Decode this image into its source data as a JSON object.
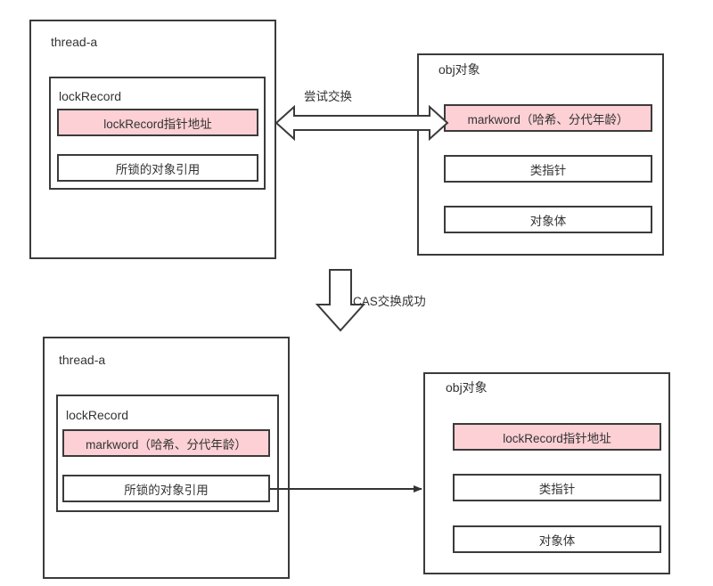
{
  "diagram": {
    "title_colors": {
      "highlight_fill": "#fcd0d4",
      "stroke": "#3b3b3b",
      "text": "#333333",
      "background": "#ffffff"
    },
    "top": {
      "thread_box": {
        "label": "thread-a",
        "lock_record": {
          "label": "lockRecord",
          "rows": [
            {
              "text": "lockRecord指针地址",
              "highlighted": true
            },
            {
              "text": "所锁的对象引用",
              "highlighted": false
            }
          ]
        }
      },
      "obj_box": {
        "label": "obj对象",
        "rows": [
          {
            "text": "markword（哈希、分代年龄）",
            "highlighted": true
          },
          {
            "text": "类指针",
            "highlighted": false
          },
          {
            "text": "对象体",
            "highlighted": false
          }
        ]
      },
      "exchange_arrow_label": "尝试交换"
    },
    "transition": {
      "label": "CAS交换成功"
    },
    "bottom": {
      "thread_box": {
        "label": "thread-a",
        "lock_record": {
          "label": "lockRecord",
          "rows": [
            {
              "text": "markword（哈希、分代年龄）",
              "highlighted": true
            },
            {
              "text": "所锁的对象引用",
              "highlighted": false
            }
          ]
        }
      },
      "obj_box": {
        "label": "obj对象",
        "rows": [
          {
            "text": "lockRecord指针地址",
            "highlighted": true
          },
          {
            "text": "类指针",
            "highlighted": false
          },
          {
            "text": "对象体",
            "highlighted": false
          }
        ]
      }
    }
  }
}
